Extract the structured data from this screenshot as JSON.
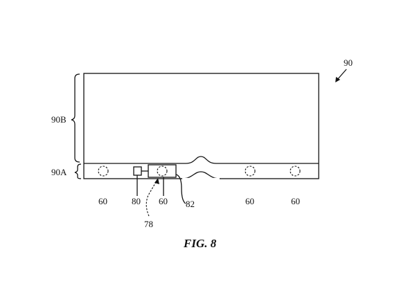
{
  "figure": {
    "caption": "FIG. 8",
    "labels": {
      "device": "90",
      "upper_portion": "90B",
      "lower_portion": "90A",
      "component_80": "80",
      "component_82": "82",
      "assembly_78": "78",
      "sensor_1": "60",
      "sensor_2": "60",
      "sensor_3": "60",
      "sensor_4": "60"
    }
  }
}
